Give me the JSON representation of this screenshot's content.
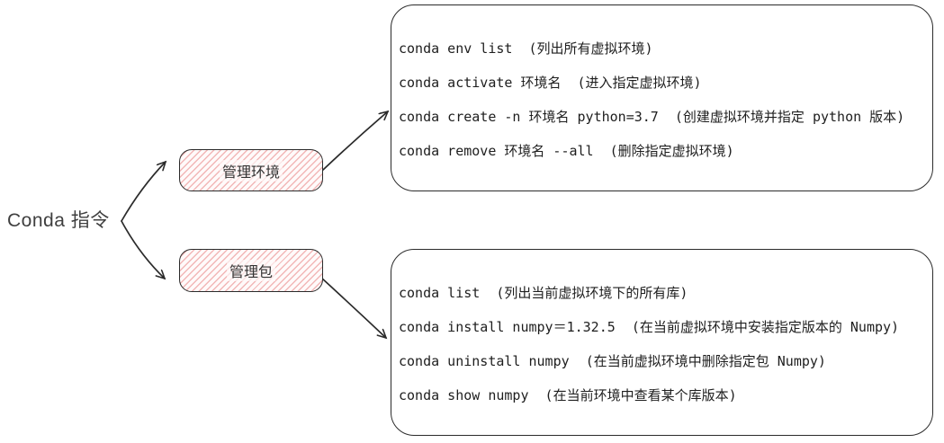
{
  "root_label": "Conda 指令",
  "branches": [
    {
      "label": "管理环境",
      "commands": [
        "conda env list  (列出所有虚拟环境)",
        "conda activate 环境名  (进入指定虚拟环境)",
        "conda create -n 环境名 python=3.7  (创建虚拟环境并指定 python 版本)",
        "conda remove 环境名 --all  (删除指定虚拟环境)"
      ]
    },
    {
      "label": "管理包",
      "commands": [
        "conda list  (列出当前虚拟环境下的所有库)",
        "conda install numpy＝1.32.5  (在当前虚拟环境中安装指定版本的 Numpy)",
        "conda uninstall numpy  (在当前虚拟环境中删除指定包 Numpy)",
        "conda show numpy  (在当前环境中查看某个库版本)"
      ]
    }
  ],
  "colors": {
    "stroke": "#2b2b2b",
    "node_hatch_pink": "#f2b7b7",
    "node_background": "#fffafa",
    "text": "#1e1e1e"
  }
}
